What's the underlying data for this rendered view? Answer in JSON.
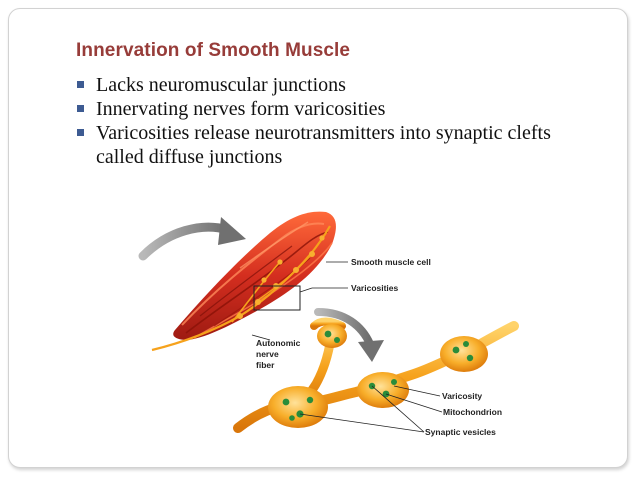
{
  "slide": {
    "title": "Innervation of Smooth Muscle",
    "bullets": [
      "Lacks neuromuscular junctions",
      "Innervating nerves form varicosities",
      "Varicosities release neurotransmitters into synaptic clefts called diffuse junctions"
    ]
  },
  "figure": {
    "labels": {
      "smooth_muscle_cell": "Smooth muscle cell",
      "varicosities": "Varicosities",
      "autonomic_1": "Autonomic",
      "autonomic_2": "nerve",
      "autonomic_3": "fiber",
      "varicosity": "Varicosity",
      "mitochondrion": "Mitochondrion",
      "synaptic_vesicles": "Synaptic vesicles"
    },
    "colors": {
      "muscle": "#d42e1f",
      "nerve": "#f6a21c",
      "mitochondrion": "#2a8c3a",
      "arrow": "#7a7a7a",
      "title": "#973c39",
      "bullet": "#3d5b92"
    }
  }
}
